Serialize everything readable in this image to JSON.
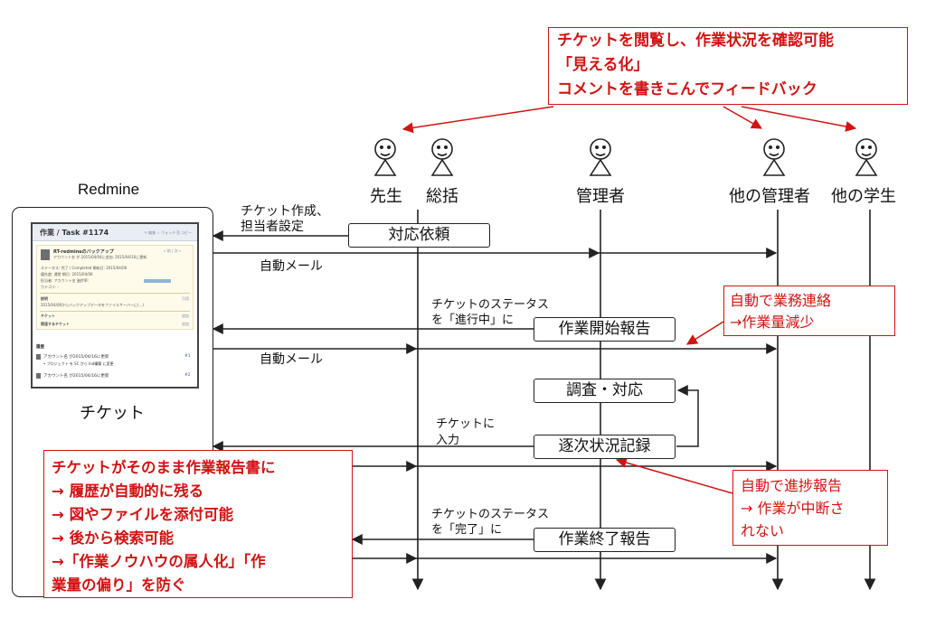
{
  "redmine": {
    "title": "Redmine",
    "caption": "チケット",
    "screenshot": {
      "header": "作業 / Task #1174",
      "header_links": "✎ 編集 ☆ ウォッチ ⎘ コピー",
      "subject": "RT-redmineのバックアップ",
      "subject_link": "« 前 | 次 »",
      "meta": "アカウント名 が 2015/04/04に追加. 2015/04/16に更新.",
      "status_row": "ステータス:  完了 / Completed        開始日:  2015/04/06",
      "priority_row": "優先度:  通常                         期日:   2015/04/06",
      "assignee_row": "担当者:  アカウント名              進捗率:",
      "category_row": "カテゴリ:  -",
      "desc_label": "説明",
      "desc_quote": "引用",
      "desc_text": "2015/04/06からバックアップデータをファイルサーバーに(...)",
      "ticket_label": "チケット",
      "ticket_add": "追加",
      "related_label": "関連するチケット",
      "related_add": "追加",
      "history_label": "履歴",
      "history_1": "アカウント名 が2015/04/16に更新",
      "history_1_note": "• プロジェクト を SC から Ind構築 に変更",
      "history_1_num": "#1",
      "history_2": "アカウント名 が2015/04/16に更新",
      "history_2_num": "#2"
    }
  },
  "actors": [
    {
      "name": "先生"
    },
    {
      "name": "総括"
    },
    {
      "name": "管理者"
    },
    {
      "name": "他の管理者"
    },
    {
      "name": "他の学生"
    }
  ],
  "messages": {
    "m1_box": "対応依頼",
    "m1_label_1": "チケット作成、",
    "m1_label_2": "担当者設定",
    "auto_mail_1": "自動メール",
    "m2_box": "作業開始報告",
    "m2_label_1": "チケットのステータス",
    "m2_label_2": "を「進行中」に",
    "auto_mail_2": "自動メール",
    "m3_box": "調査・対応",
    "m4_box": "逐次状況記録",
    "m4_label_1": "チケットに",
    "m4_label_2": "入力",
    "m5_box": "作業終了報告",
    "m5_label_1": "チケットのステータス",
    "m5_label_2": "を「完了」に"
  },
  "callouts": {
    "top": [
      "チケットを閲覧し、作業状況を確認可能",
      "「見える化」",
      "コメントを書きこんでフィードバック"
    ],
    "auto_work": [
      "自動で業務連絡",
      "→作業量減少"
    ],
    "auto_progress": [
      "自動で進捗報告",
      "→ 作業が中断さ",
      "れない"
    ],
    "bottom": [
      "チケットがそのまま作業報告書に",
      "→ 履歴が自動的に残る",
      "→ 図やファイルを添付可能",
      "→ 後から検索可能",
      "→「作業ノウハウの属人化」「作",
      "業量の偏り」を防ぐ"
    ]
  },
  "colors": {
    "accent_red": "#d01414",
    "line": "#222222",
    "ink": "#111111"
  },
  "icons": [
    "stick-figure-icon",
    "arrow-head-icon"
  ]
}
